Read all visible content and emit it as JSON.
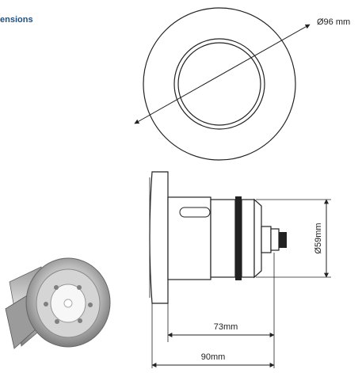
{
  "header": {
    "title": "ensions"
  },
  "dimensions": {
    "outer_diameter": "Ø96 mm",
    "body_diameter": "Ø59mm",
    "length_short": "73mm",
    "length_total": "90mm"
  },
  "colors": {
    "title": "#1f4f7f",
    "line": "#222222"
  },
  "image": {
    "photo": "stainless-steel-pool-light-photo"
  }
}
